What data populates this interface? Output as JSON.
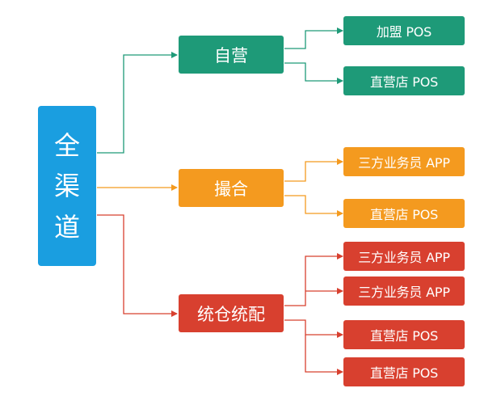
{
  "root": {
    "chars": [
      "全",
      "渠",
      "道"
    ],
    "color": "#1a9ee0"
  },
  "branches": [
    {
      "label": "自营",
      "color": "#1e9a78",
      "leaves": [
        "加盟 POS",
        "直营店 POS"
      ]
    },
    {
      "label": "撮合",
      "color": "#f49a1f",
      "leaves": [
        "三方业务员 APP",
        "直营店 POS"
      ]
    },
    {
      "label": "统仓统配",
      "color": "#d8402f",
      "leaves": [
        "三方业务员 APP",
        "三方业务员 APP",
        "直营店 POS",
        "直营店 POS"
      ]
    }
  ]
}
